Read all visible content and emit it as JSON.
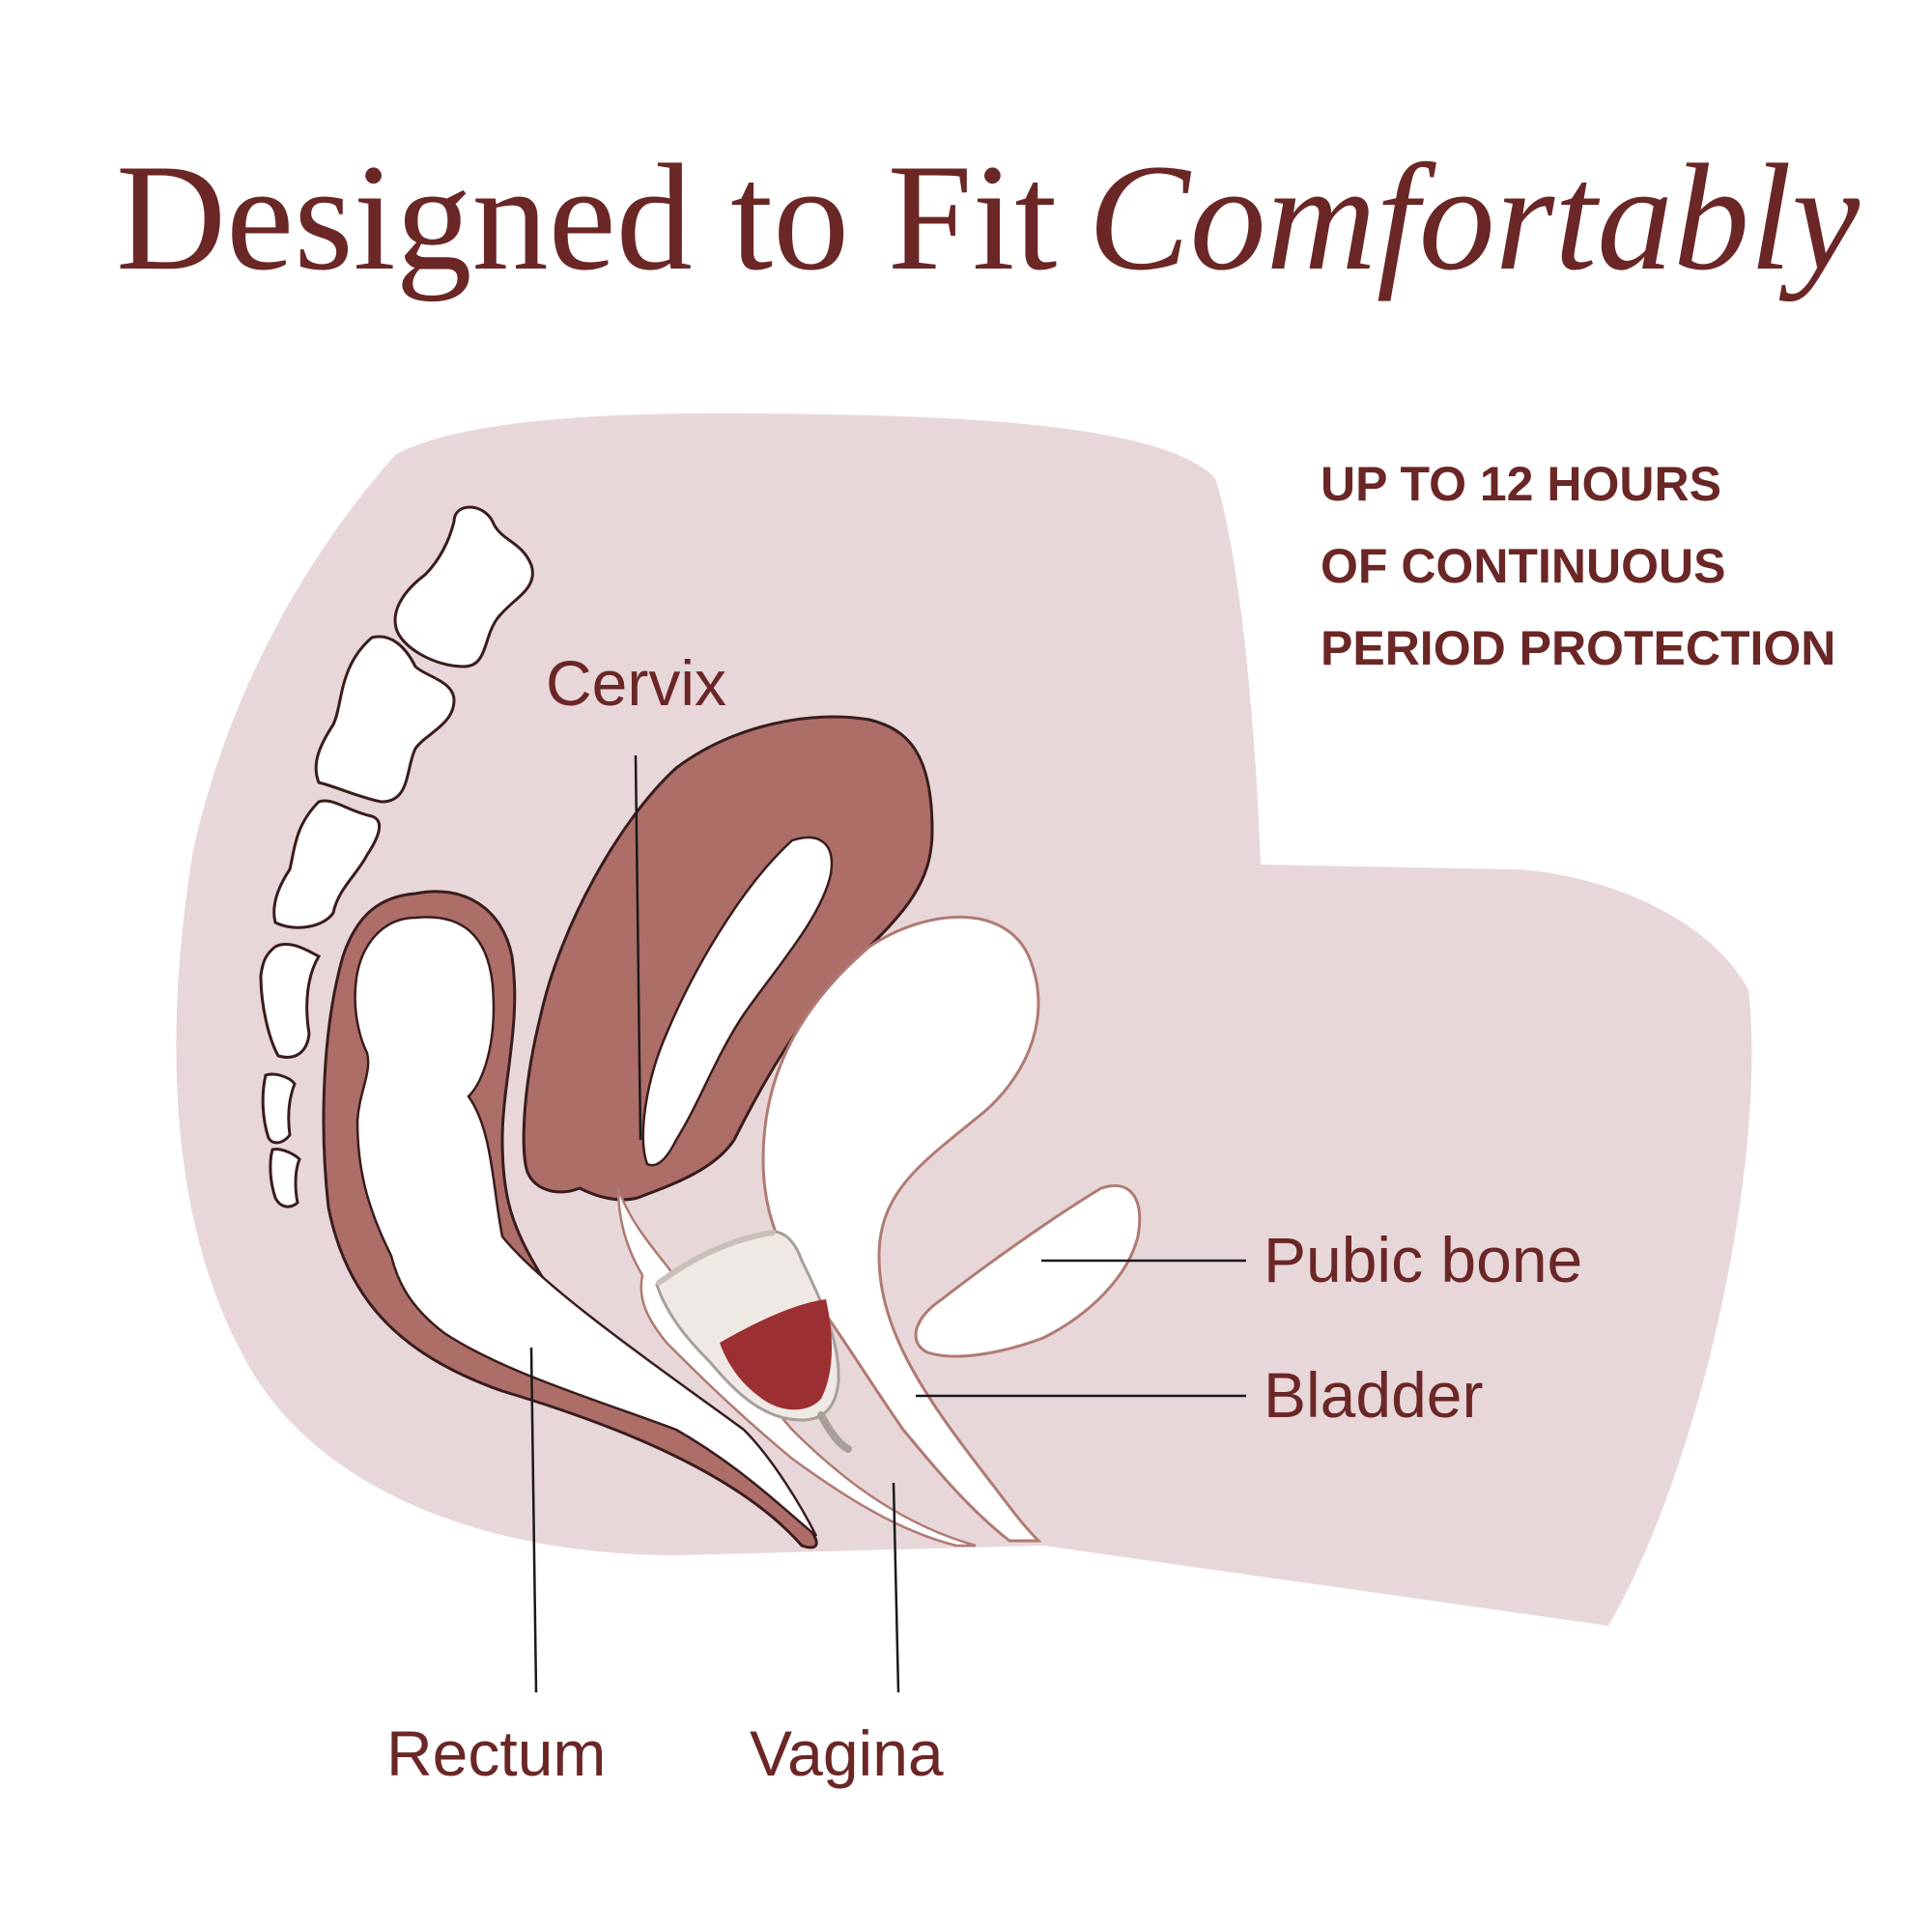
{
  "title": {
    "regular": "Designed to Fit",
    "italic": "Comfortably"
  },
  "tagline": [
    "UP TO 12 HOURS",
    "OF CONTINUOUS",
    "PERIOD PROTECTION"
  ],
  "labels": {
    "cervix": "Cervix",
    "pubic_bone": "Pubic bone",
    "bladder": "Bladder",
    "rectum": "Rectum",
    "vagina": "Vagina"
  },
  "colors": {
    "text": "#6b2626",
    "body_fill": "#e8d7d9",
    "uterus_fill": "#ad6e68",
    "outline": "#3a1c1c",
    "bladder_outline": "#b07a74",
    "cup_fluid": "#9b2f31"
  }
}
